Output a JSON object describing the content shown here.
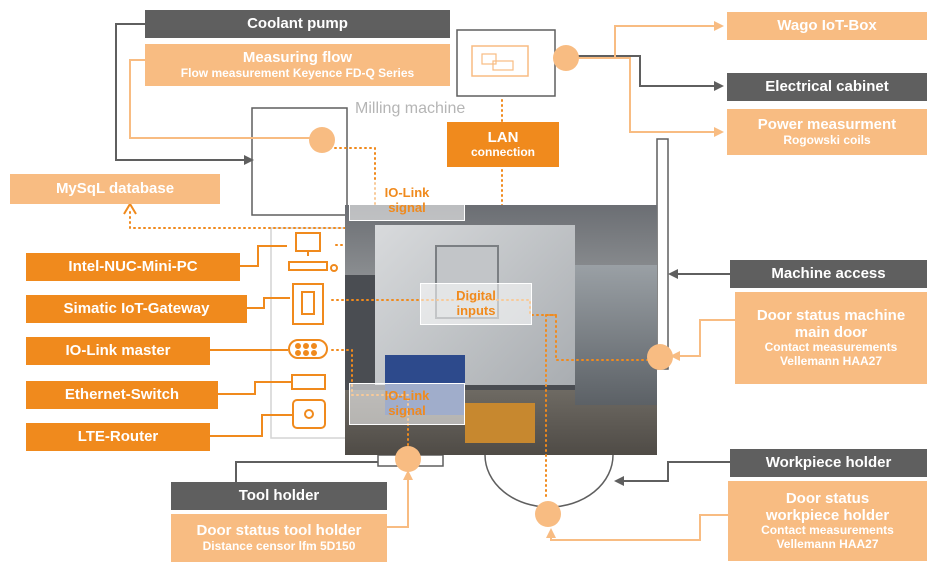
{
  "labels": {
    "coolant_pump": "Coolant pump",
    "measuring_flow": "Measuring flow",
    "measuring_flow_sub": "Flow measurement Keyence FD-Q Series",
    "milling_machine": "Milling machine",
    "mysql": "MySqL database",
    "lan": "LAN",
    "lan_sub": "connection",
    "io_link_1": "IO-Link",
    "io_link_1b": "signal",
    "digital": "Digital",
    "digital_b": "inputs",
    "io_link_2": "IO-Link",
    "io_link_2b": "signal",
    "intel_nuc": "Intel-NUC-Mini-PC",
    "simatic": "Simatic IoT-Gateway",
    "io_link_master": "IO-Link master",
    "ethernet_switch": "Ethernet-Switch",
    "lte_router": "LTE-Router",
    "tool_holder": "Tool holder",
    "door_tool": "Door status tool holder",
    "door_tool_sub": "Distance censor lfm 5D150",
    "wago": "Wago IoT-Box",
    "electrical_cabinet": "Electrical cabinet",
    "power": "Power measurment",
    "power_sub": "Rogowski coils",
    "machine_access": "Machine access",
    "door_machine_1": "Door status machine",
    "door_machine_2": "main door",
    "door_machine_sub1": "Contact measurements",
    "door_machine_sub2": "Vellemann HAA27",
    "workpiece_holder": "Workpiece holder",
    "door_wp_1": "Door status",
    "door_wp_2": "workpiece holder",
    "door_wp_sub1": "Contact measurements",
    "door_wp_sub2": "Vellemann HAA27"
  },
  "colors": {
    "dark": "#5f5f5f",
    "orange": "#f08a1d",
    "light_orange": "#f8bc82",
    "line_gray": "#8c8c8c"
  }
}
